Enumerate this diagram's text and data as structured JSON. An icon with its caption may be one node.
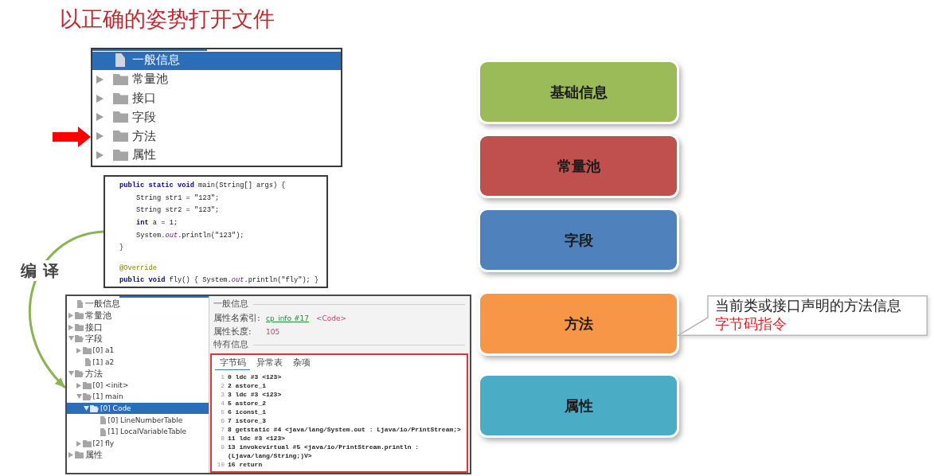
{
  "diagram": {
    "title": "以正确的姿势打开文件",
    "nodes": [
      {
        "text": [
          "一般信息",
          "常量池",
          "接口",
          "字段",
          "方法",
          "属性"
        ]
      },
      {
        "text": [
          "**public** **static** **void** main(String[] args) {",
          "String str1 = \"123\";",
          "String str2 = \"123\";",
          "**int** a = 1;",
          "System.*out*.println(\"123\");",
          "}",
          "@Override",
          "**public** **void** fly() { System.*out*.println(\"fly\"); }"
        ]
      },
      {
        "text": [
          "一般信息",
          "常量池",
          "接口",
          "字段",
          "[0] a1",
          "[1] a2",
          "方法",
          "[0] <init>",
          "[1] main",
          "[0] Code",
          "[0] LineNumberTable",
          "[1] LocalVariableTable",
          "[2] fly",
          "属性",
          "一般信息",
          "属性名索引:",
          "cp_info #17",
          "<Code>",
          "属性长度:",
          "105",
          "特有信息"
        ]
      },
      {
        "text": [
          "字节码",
          "异常表",
          "杂项",
          "1",
          "0 ldc #3 <123>",
          "2",
          "2 astore_1",
          "3",
          "3 ldc #3 <123>",
          "4",
          "5 astore_2",
          "5",
          "6 iconst_1",
          "6",
          "7 istore_3",
          "7",
          "8 getstatic #4 <java/lang/System.out : Ljava/io/PrintStream;>",
          "8",
          "11 ldc #3 <123>",
          "9",
          "13 invokevirtual #5 <java/io/PrintStream.println : (Ljava/lang/String;)V>",
          "10",
          "16 return"
        ],
        "in": 2
      },
      {
        "text": [
          "基础信息"
        ]
      },
      {
        "text": [
          "常量池"
        ]
      },
      {
        "text": [
          "字段"
        ]
      },
      {
        "text": [
          "方法"
        ]
      },
      {
        "text": [
          "属性"
        ]
      },
      {
        "text": [
          "当前类或接口声明的方法信息",
          "字节码指令"
        ]
      }
    ],
    "edges": [
      {
        "from": null,
        "to": 0,
        "arrow": "to",
        "style": "thick",
        "color": "#ff0000"
      },
      {
        "from": 1,
        "to": 2,
        "arrow": "to",
        "label": "编译",
        "color": "#8db255"
      }
    ]
  }
}
